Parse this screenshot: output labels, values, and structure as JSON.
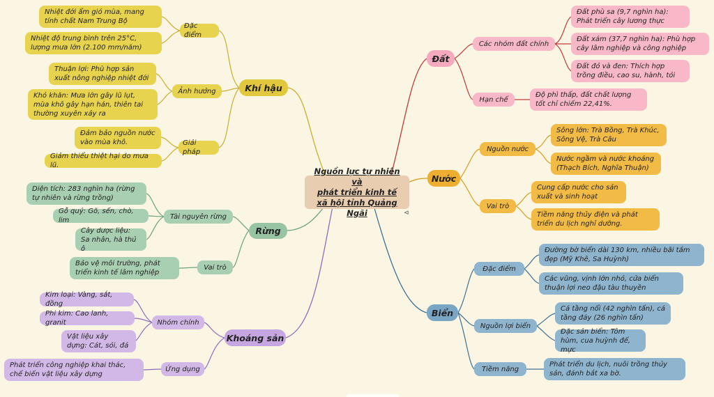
{
  "center": {
    "line1": "Nguồn lực tự nhiên và",
    "line2": "phát triển kinh tế",
    "line3": "xã hội tỉnh Quảng Ngãi"
  },
  "khi_hau": {
    "title": "Khí hậu",
    "dac_diem": {
      "label": "Đặc điểm",
      "items": [
        "Nhiệt đới ẩm gió mùa, mang tính chất Nam Trung Bộ",
        "Nhiệt độ trung bình trên 25°C, lượng mưa lớn (2.100 mm/năm)"
      ]
    },
    "anh_huong": {
      "label": "Ảnh hưởng",
      "items": [
        "Thuận lợi: Phù hợp sản xuất nông nghiệp nhiệt đới",
        "Khó khăn: Mưa lớn gây lũ lụt, mùa khô gây hạn hán, thiên tai thường xuyên xảy ra"
      ]
    },
    "giai_phap": {
      "label": "Giải pháp",
      "items": [
        "Đảm bảo nguồn nước vào mùa khô.",
        "Giảm thiểu thiệt hại do mưa lũ."
      ]
    }
  },
  "rung": {
    "title": "Rừng",
    "tai_nguyen": {
      "label": "Tài nguyên rừng",
      "items": [
        "Diện tích: 283 nghìn ha (rừng tự nhiên và rừng trồng)",
        "Gỗ quý: Gõ, sến, chò, lim",
        "Cây dược liệu: Sa nhân, hà thủ ô"
      ]
    },
    "vai_tro": {
      "label": "Vai trò",
      "items": [
        "Bảo vệ môi trường, phát triển kinh tế lâm nghiệp"
      ]
    }
  },
  "khoang_san": {
    "title": "Khoáng sản",
    "nhom_chinh": {
      "label": "Nhóm chính",
      "items": [
        "Kim loại: Vàng, sắt, đồng",
        "Phi kim: Cao lanh, granit",
        "Vật liệu xây dựng: Cát, sỏi, đá"
      ]
    },
    "ung_dung": {
      "label": "Ứng dụng",
      "items": [
        "Phát triển công nghiệp khai thác, chế biến vật liệu xây dựng"
      ]
    }
  },
  "dat": {
    "title": "Đất",
    "cac_nhom": {
      "label": "Các nhóm đất chính",
      "items": [
        "Đất phù sa (9,7 nghìn ha): Phát triển cây lương thực",
        "Đất xám (37,7 nghìn ha): Phù hợp cây lâm nghiệp và công nghiệp",
        "Đất đỏ và đen: Thích hợp trồng điều, cao su, hành, tỏi"
      ]
    },
    "han_che": {
      "label": "Hạn chế",
      "items": [
        "Độ phì thấp, đất chất lượng tốt chỉ chiếm 22,41%."
      ]
    }
  },
  "nuoc": {
    "title": "Nước",
    "nguon_nuoc": {
      "label": "Nguồn nước",
      "items": [
        "Sông lớn: Trà Bồng, Trà Khúc, Sông Vệ, Trà Câu",
        "Nước ngầm và nước khoáng (Thạch Bích, Nghĩa Thuận)"
      ]
    },
    "vai_tro": {
      "label": "Vai trò",
      "items": [
        "Cung cấp nước cho sản xuất và sinh hoạt",
        "Tiềm năng thủy điện và phát triển du lịch nghỉ dưỡng."
      ]
    }
  },
  "bien": {
    "title": "Biển",
    "dac_diem": {
      "label": "Đặc điểm",
      "items": [
        "Đường bờ biển dài 130 km, nhiều bãi tắm đẹp (Mỹ Khê, Sa Huỳnh)",
        "Các vũng, vịnh lớn nhỏ, cửa biển thuận lợi neo đậu tàu thuyền"
      ]
    },
    "nguon_loi": {
      "label": "Nguồn lợi biển",
      "items": [
        "Cá tầng nổi (42 nghìn tấn), cá tầng đáy (26 nghìn tấn)",
        "Đặc sản biển: Tôm hùm, cua huỳnh đế, mực"
      ]
    },
    "tiem_nang": {
      "label": "Tiềm năng",
      "items": [
        "Phát triển du lịch, nuôi trồng thủy sản, đánh bắt xa bờ."
      ]
    }
  },
  "colors": {
    "khi_hau": "#c9ad2a",
    "rung": "#6aa37b",
    "khoang_san": "#8e6bb8",
    "dat": "#c03a3a",
    "nuoc": "#d99a1c",
    "bien": "#3c6f93"
  }
}
